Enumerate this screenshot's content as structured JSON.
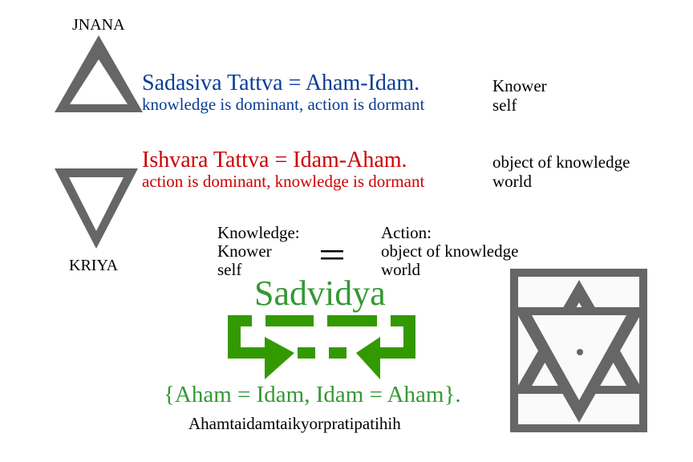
{
  "jnana": {
    "label": "JNANA",
    "symbol": "upward-triangle"
  },
  "kriya": {
    "label": "KRIYA",
    "symbol": "downward-triangle"
  },
  "sadasiva": {
    "title": "Sadasiva Tattva = Aham-Idam.",
    "subtitle": "knowledge is dominant, action is dormant",
    "side_lines": [
      "Knower",
      "self"
    ],
    "color": "#0a3c96"
  },
  "ishvara": {
    "title": "Ishvara Tattva = Idam-Aham.",
    "subtitle": "action is dominant, knowledge is dormant",
    "side_lines": [
      "object of knowledge",
      "world"
    ],
    "color": "#cc0000"
  },
  "equivalence": {
    "left_lines": [
      "Knowledge:",
      "Knower",
      "self"
    ],
    "operator": "=",
    "right_lines": [
      "Action:",
      "object of knowledge",
      "world"
    ]
  },
  "sadvidya": {
    "title": "Sadvidya",
    "equation": "{Aham = Idam, Idam = Aham}.",
    "mantra": "Ahamtaidamtaikyorpratipatihih",
    "color": "#339933",
    "arrow_color": "#339900"
  },
  "star_box": {
    "symbol": "hexagram-with-bindu",
    "stroke_color": "#666666",
    "background": "#fafafa"
  },
  "colors": {
    "triangle_gray": "#666666"
  }
}
